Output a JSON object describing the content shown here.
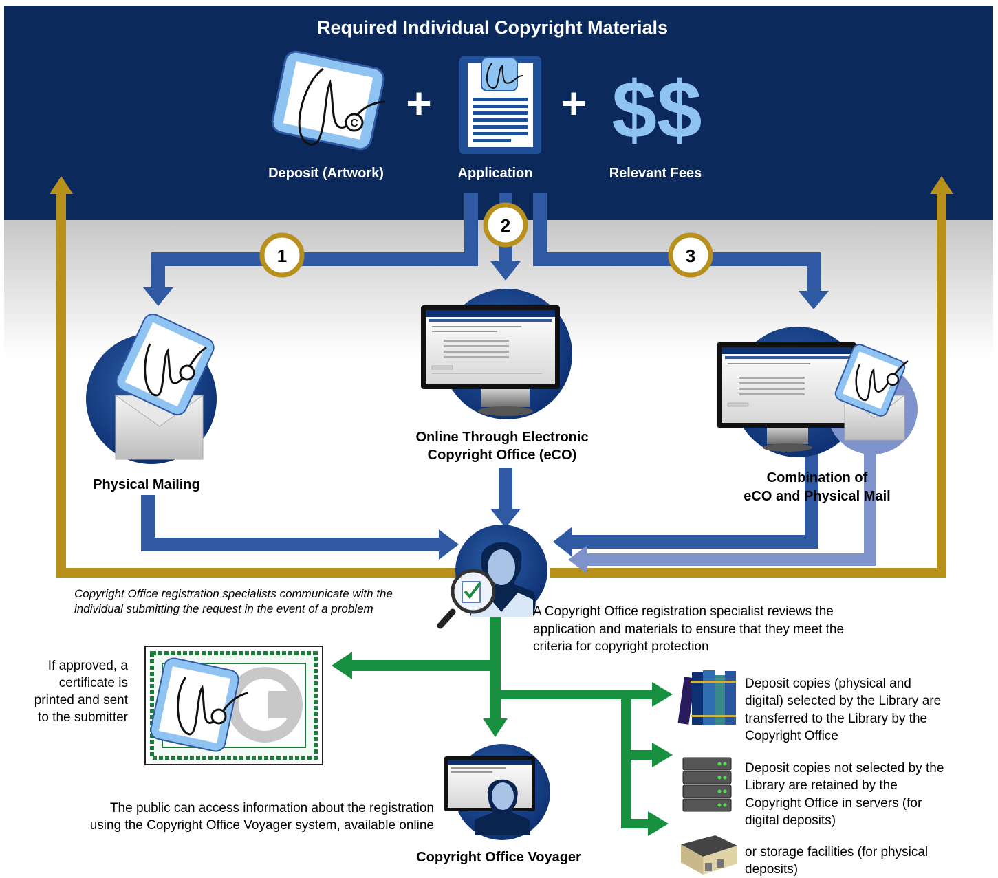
{
  "header": {
    "title": "Required Individual Copyright Materials"
  },
  "materials": [
    {
      "label": "Deposit (Artwork)",
      "icon": "signed-artwork-icon"
    },
    {
      "label": "Application",
      "icon": "application-form-icon"
    },
    {
      "label": "Relevant Fees",
      "icon": "dollar-signs-icon"
    }
  ],
  "plus_sign": "+",
  "fees_symbol": "$$",
  "steps": [
    "1",
    "2",
    "3"
  ],
  "methods": {
    "physical": "Physical Mailing",
    "online_line1": "Online Through Electronic",
    "online_line2": "Copyright Office (eCO)",
    "combo_line1": "Combination of",
    "combo_line2": "eCO and Physical Mail"
  },
  "feedback_note": [
    "Copyright Office registration specialists communicate with the",
    "individual submitting the request in the event of a problem"
  ],
  "review_text": [
    "A Copyright Office registration specialist reviews the",
    "application and materials to ensure that they meet the",
    "criteria for copyright protection"
  ],
  "certificate_text": [
    "If approved, a",
    "certificate is",
    "printed and sent",
    "to the submitter"
  ],
  "public_text": [
    "The public can access information about the registration",
    "using the Copyright Office Voyager system, available online"
  ],
  "voyager_label": "Copyright Office Voyager",
  "outcomes": {
    "library": [
      "Deposit copies (physical and",
      "digital) selected by the Library are",
      "transferred to the Library by the",
      "Copyright Office"
    ],
    "servers": [
      "Deposit copies not selected by the",
      "Library are retained by the",
      "Copyright Office in servers (for",
      "digital deposits)"
    ],
    "storage": [
      "or storage facilities (for physical",
      "deposits)"
    ]
  },
  "colors": {
    "navy": "#0b2a5b",
    "blue_arrow": "#2f5aa3",
    "light_blue_arrow": "#7e92cc",
    "gold": "#b8901c",
    "green": "#17903f",
    "icon_blue": "#8fc3f2"
  }
}
